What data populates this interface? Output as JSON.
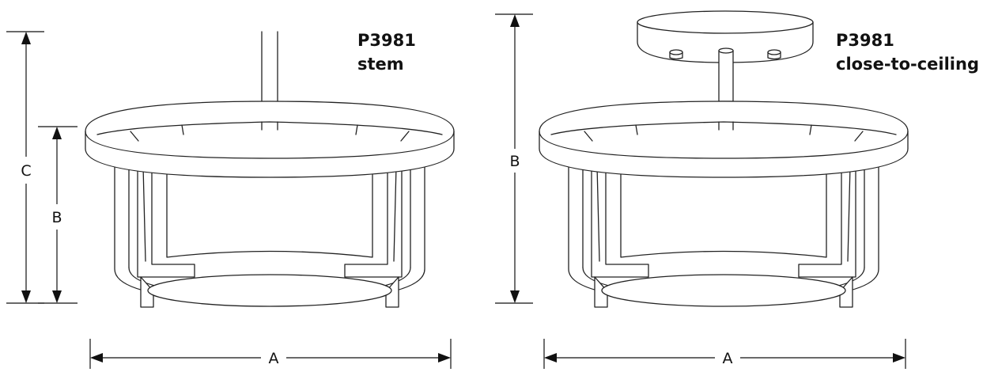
{
  "left_fixture": {
    "model": "P3981",
    "variant": "stem",
    "dimensions": {
      "width": "A",
      "height_body": "B",
      "height_overall": "C"
    }
  },
  "right_fixture": {
    "model": "P3981",
    "variant": "close-to-ceiling",
    "dimensions": {
      "width": "A",
      "height_overall": "B"
    }
  }
}
